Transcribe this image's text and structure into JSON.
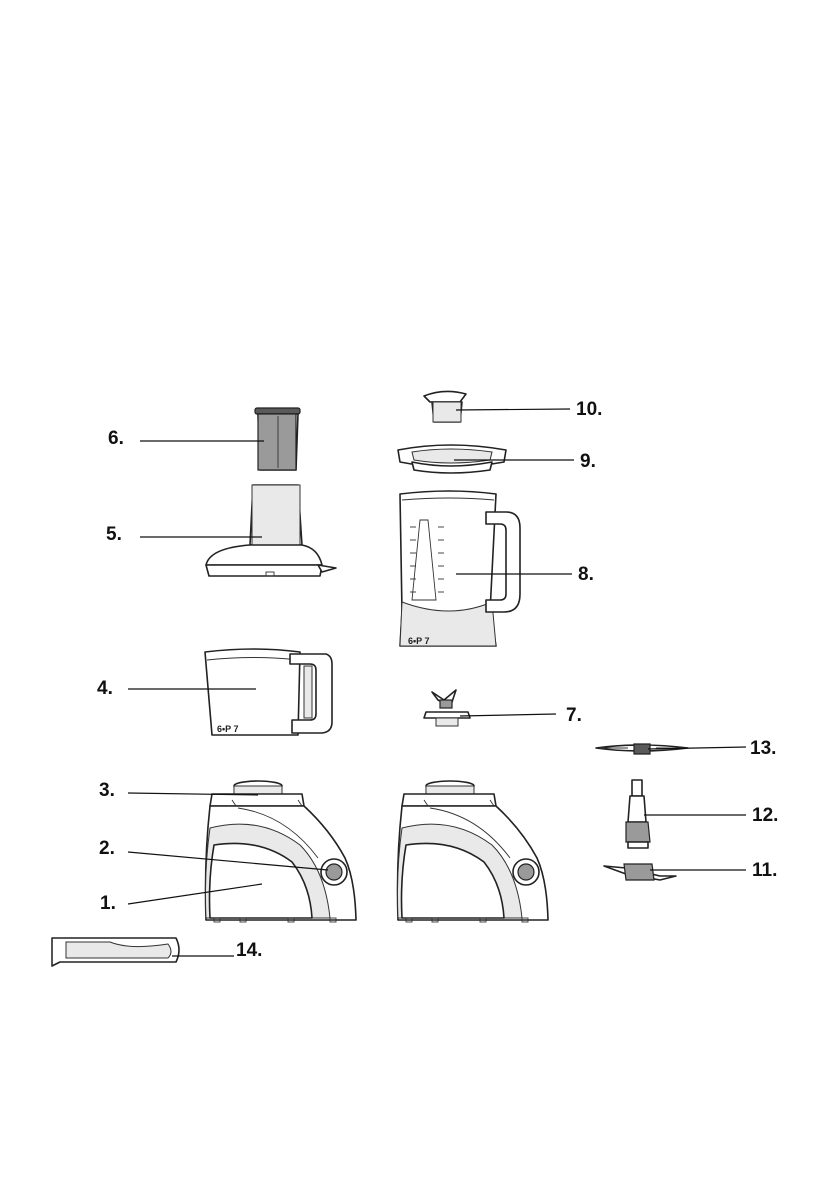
{
  "callouts": {
    "c1": "1.",
    "c2": "2.",
    "c3": "3.",
    "c4": "4.",
    "c5": "5.",
    "c6": "6.",
    "c7": "7.",
    "c8": "8.",
    "c9": "9.",
    "c10": "10.",
    "c11": "11.",
    "c12": "12.",
    "c13": "13.",
    "c14": "14."
  },
  "jar_markings": {
    "brand": "6•P 7",
    "bowl_brand": "6•P 7"
  }
}
